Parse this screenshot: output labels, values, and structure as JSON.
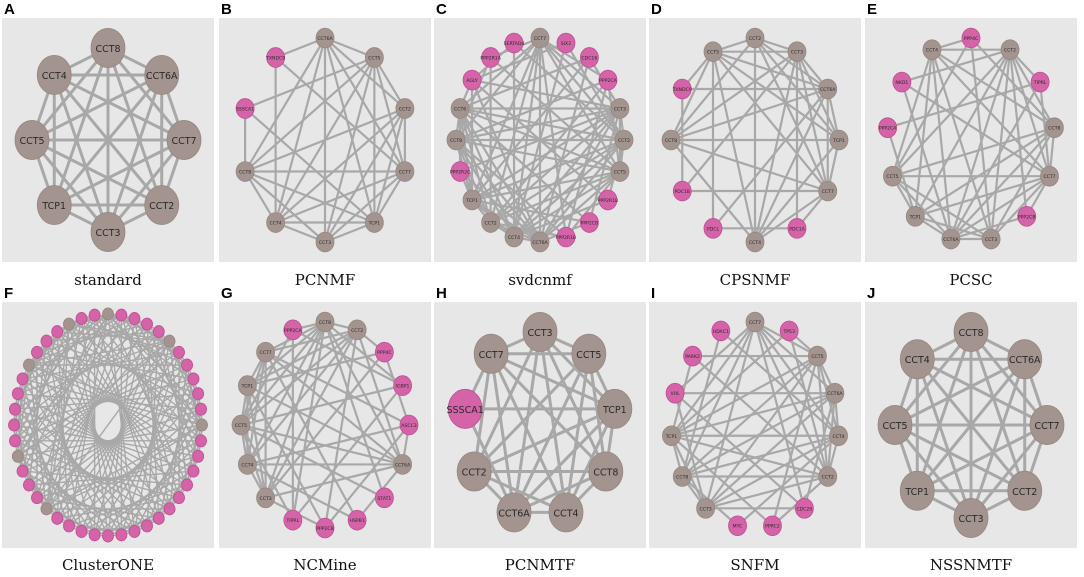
{
  "colors": {
    "background": "#e7e7e7",
    "edge": "#a8a8a8",
    "gray_node": "#a4948f",
    "pink_node": "#d463a8"
  },
  "panels": [
    {
      "letter": "A",
      "caption": "standard",
      "nodes": [
        {
          "label": "CCT8",
          "color": "gray"
        },
        {
          "label": "CCT6A",
          "color": "gray"
        },
        {
          "label": "CCT7",
          "color": "gray"
        },
        {
          "label": "CCT2",
          "color": "gray"
        },
        {
          "label": "CCT3",
          "color": "gray"
        },
        {
          "label": "TCP1",
          "color": "gray"
        },
        {
          "label": "CCT5",
          "color": "gray"
        },
        {
          "label": "CCT4",
          "color": "gray"
        }
      ],
      "edges": "complete"
    },
    {
      "letter": "B",
      "caption": "PCNMF",
      "nodes": [
        {
          "label": "CCT6A",
          "color": "gray"
        },
        {
          "label": "CCT5",
          "color": "gray"
        },
        {
          "label": "CCT2",
          "color": "gray"
        },
        {
          "label": "CCT7",
          "color": "gray"
        },
        {
          "label": "TCP1",
          "color": "gray"
        },
        {
          "label": "CCT3",
          "color": "gray"
        },
        {
          "label": "CCT4",
          "color": "gray"
        },
        {
          "label": "CCT8",
          "color": "gray"
        },
        {
          "label": "SSSCA1",
          "color": "pink"
        },
        {
          "label": "TXNDC9",
          "color": "pink"
        }
      ],
      "edges": "complete"
    },
    {
      "letter": "C",
      "caption": "svdcnmf",
      "nodes": [
        {
          "label": "CCT7",
          "color": "gray"
        },
        {
          "label": "SIX2",
          "color": "pink"
        },
        {
          "label": "CDC16",
          "color": "pink"
        },
        {
          "label": "PPP2CA",
          "color": "pink"
        },
        {
          "label": "CCT3",
          "color": "gray"
        },
        {
          "label": "CCT2",
          "color": "gray"
        },
        {
          "label": "CCT5",
          "color": "gray"
        },
        {
          "label": "PPP2R1B",
          "color": "pink"
        },
        {
          "label": "PPP2CB",
          "color": "pink"
        },
        {
          "label": "PPP2R1B",
          "color": "pink"
        },
        {
          "label": "CCT6A",
          "color": "gray"
        },
        {
          "label": "CCT4",
          "color": "gray"
        },
        {
          "label": "CCT2",
          "color": "gray"
        },
        {
          "label": "TCP1",
          "color": "gray"
        },
        {
          "label": "PPP2R2C",
          "color": "pink"
        },
        {
          "label": "CCT8",
          "color": "gray"
        },
        {
          "label": "CCT6",
          "color": "gray"
        },
        {
          "label": "AGLY",
          "color": "pink"
        },
        {
          "label": "PPP2R1A",
          "color": "pink"
        },
        {
          "label": "SERTAD4",
          "color": "pink"
        }
      ],
      "edges": "complete"
    },
    {
      "letter": "D",
      "caption": "CPSNMF",
      "nodes": [
        {
          "label": "CCT2",
          "color": "gray"
        },
        {
          "label": "CCT3",
          "color": "gray"
        },
        {
          "label": "CCT6A",
          "color": "gray"
        },
        {
          "label": "TCP1",
          "color": "gray"
        },
        {
          "label": "CCT7",
          "color": "gray"
        },
        {
          "label": "PDC1A",
          "color": "pink"
        },
        {
          "label": "CCT4",
          "color": "gray"
        },
        {
          "label": "PDCL",
          "color": "pink"
        },
        {
          "label": "PDC1B",
          "color": "pink"
        },
        {
          "label": "CCT8",
          "color": "gray"
        },
        {
          "label": "TXNDC9",
          "color": "pink"
        },
        {
          "label": "CCT5",
          "color": "gray"
        }
      ],
      "edges": "complete"
    },
    {
      "letter": "E",
      "caption": "PCSC",
      "nodes": [
        {
          "label": "PPP4C",
          "color": "pink"
        },
        {
          "label": "CCT2",
          "color": "gray"
        },
        {
          "label": "TIPRL",
          "color": "pink"
        },
        {
          "label": "CCT8",
          "color": "gray"
        },
        {
          "label": "CCT7",
          "color": "gray"
        },
        {
          "label": "PPP2CB",
          "color": "pink"
        },
        {
          "label": "CCT3",
          "color": "gray"
        },
        {
          "label": "CCT6A",
          "color": "gray"
        },
        {
          "label": "TCP1",
          "color": "gray"
        },
        {
          "label": "CCT5",
          "color": "gray"
        },
        {
          "label": "PPP2CA",
          "color": "pink"
        },
        {
          "label": "NKD1",
          "color": "pink"
        },
        {
          "label": "CCT4",
          "color": "gray"
        }
      ],
      "edges": "complete"
    },
    {
      "letter": "F",
      "caption": "ClusterONE",
      "nodes": [
        {
          "label": "",
          "color": "gray"
        },
        {
          "label": "",
          "color": "pink"
        },
        {
          "label": "",
          "color": "pink"
        },
        {
          "label": "",
          "color": "pink"
        },
        {
          "label": "",
          "color": "pink"
        },
        {
          "label": "",
          "color": "gray"
        },
        {
          "label": "",
          "color": "pink"
        },
        {
          "label": "",
          "color": "pink"
        },
        {
          "label": "",
          "color": "pink"
        },
        {
          "label": "",
          "color": "pink"
        },
        {
          "label": "",
          "color": "pink"
        },
        {
          "label": "",
          "color": "gray"
        },
        {
          "label": "",
          "color": "pink"
        },
        {
          "label": "",
          "color": "pink"
        },
        {
          "label": "",
          "color": "pink"
        },
        {
          "label": "",
          "color": "pink"
        },
        {
          "label": "",
          "color": "pink"
        },
        {
          "label": "",
          "color": "pink"
        },
        {
          "label": "",
          "color": "pink"
        },
        {
          "label": "",
          "color": "pink"
        },
        {
          "label": "",
          "color": "pink"
        },
        {
          "label": "",
          "color": "pink"
        },
        {
          "label": "",
          "color": "pink"
        },
        {
          "label": "",
          "color": "pink"
        },
        {
          "label": "",
          "color": "pink"
        },
        {
          "label": "",
          "color": "pink"
        },
        {
          "label": "",
          "color": "pink"
        },
        {
          "label": "",
          "color": "gray"
        },
        {
          "label": "",
          "color": "pink"
        },
        {
          "label": "",
          "color": "pink"
        },
        {
          "label": "",
          "color": "pink"
        },
        {
          "label": "",
          "color": "gray"
        },
        {
          "label": "",
          "color": "pink"
        },
        {
          "label": "",
          "color": "pink"
        },
        {
          "label": "",
          "color": "pink"
        },
        {
          "label": "",
          "color": "pink"
        },
        {
          "label": "",
          "color": "pink"
        },
        {
          "label": "",
          "color": "gray"
        },
        {
          "label": "",
          "color": "pink"
        },
        {
          "label": "",
          "color": "pink"
        },
        {
          "label": "",
          "color": "pink"
        },
        {
          "label": "",
          "color": "gray"
        },
        {
          "label": "",
          "color": "pink"
        },
        {
          "label": "",
          "color": "pink"
        }
      ],
      "edges": "dense"
    },
    {
      "letter": "G",
      "caption": "NCMine",
      "nodes": [
        {
          "label": "CCT8",
          "color": "gray"
        },
        {
          "label": "CCT2",
          "color": "gray"
        },
        {
          "label": "PPP4C",
          "color": "pink"
        },
        {
          "label": "IGBP1",
          "color": "pink"
        },
        {
          "label": "ASCC3",
          "color": "pink"
        },
        {
          "label": "CCT6A",
          "color": "gray"
        },
        {
          "label": "STAT1",
          "color": "pink"
        },
        {
          "label": "HSPB1",
          "color": "pink"
        },
        {
          "label": "PPP2CB",
          "color": "pink"
        },
        {
          "label": "TIPRL",
          "color": "pink"
        },
        {
          "label": "CCT3",
          "color": "gray"
        },
        {
          "label": "CCT4",
          "color": "gray"
        },
        {
          "label": "CCT5",
          "color": "gray"
        },
        {
          "label": "TCP1",
          "color": "gray"
        },
        {
          "label": "CCT7",
          "color": "gray"
        },
        {
          "label": "PPP2CA",
          "color": "pink"
        }
      ],
      "edges": "complete"
    },
    {
      "letter": "H",
      "caption": "PCNMTF",
      "nodes": [
        {
          "label": "CCT3",
          "color": "gray"
        },
        {
          "label": "CCT5",
          "color": "gray"
        },
        {
          "label": "TCP1",
          "color": "gray"
        },
        {
          "label": "CCT8",
          "color": "gray"
        },
        {
          "label": "CCT4",
          "color": "gray"
        },
        {
          "label": "CCT6A",
          "color": "gray"
        },
        {
          "label": "CCT2",
          "color": "gray"
        },
        {
          "label": "SSSCA1",
          "color": "pink"
        },
        {
          "label": "CCT7",
          "color": "gray"
        }
      ],
      "edges": "complete"
    },
    {
      "letter": "I",
      "caption": "SNFM",
      "nodes": [
        {
          "label": "CCT7",
          "color": "gray"
        },
        {
          "label": "TP53",
          "color": "pink"
        },
        {
          "label": "CCT5",
          "color": "gray"
        },
        {
          "label": "CCT6A",
          "color": "gray"
        },
        {
          "label": "CCT4",
          "color": "gray"
        },
        {
          "label": "CCT2",
          "color": "gray"
        },
        {
          "label": "CDC20",
          "color": "pink"
        },
        {
          "label": "PPRC2",
          "color": "pink"
        },
        {
          "label": "MYC",
          "color": "pink"
        },
        {
          "label": "CCT3",
          "color": "gray"
        },
        {
          "label": "CCT8",
          "color": "gray"
        },
        {
          "label": "TCP1",
          "color": "gray"
        },
        {
          "label": "VHL",
          "color": "pink"
        },
        {
          "label": "PARK2",
          "color": "pink"
        },
        {
          "label": "HDAC1",
          "color": "pink"
        }
      ],
      "edges": "complete"
    },
    {
      "letter": "J",
      "caption": "NSSNMTF",
      "nodes": [
        {
          "label": "CCT8",
          "color": "gray"
        },
        {
          "label": "CCT6A",
          "color": "gray"
        },
        {
          "label": "CCT7",
          "color": "gray"
        },
        {
          "label": "CCT2",
          "color": "gray"
        },
        {
          "label": "CCT3",
          "color": "gray"
        },
        {
          "label": "TCP1",
          "color": "gray"
        },
        {
          "label": "CCT5",
          "color": "gray"
        },
        {
          "label": "CCT4",
          "color": "gray"
        }
      ],
      "edges": "complete"
    }
  ]
}
